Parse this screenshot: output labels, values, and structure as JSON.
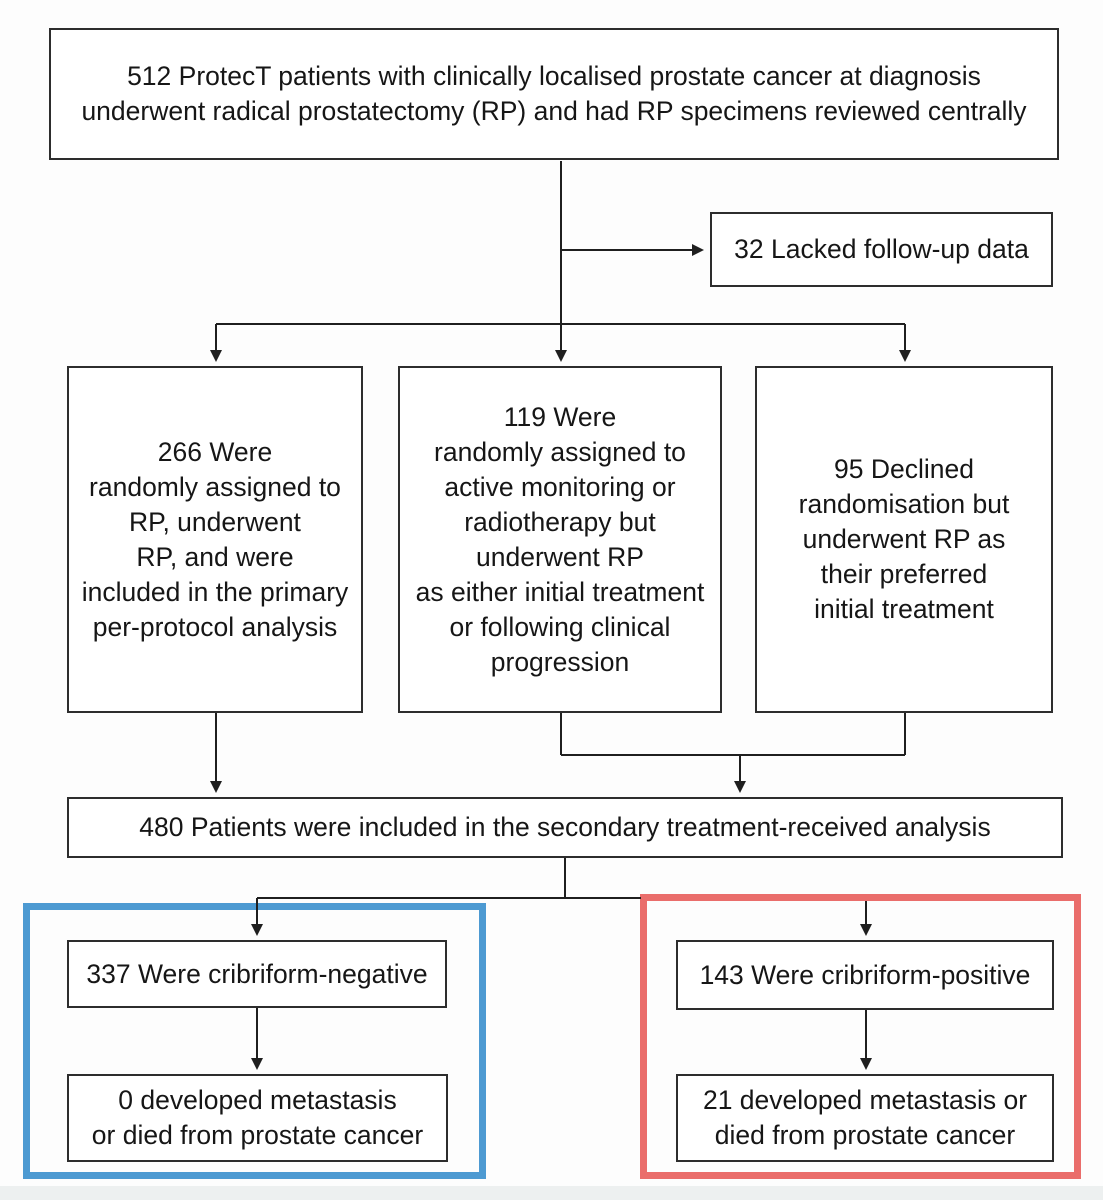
{
  "figure": {
    "type": "consort-flow-diagram",
    "enrollment_box": {
      "text": "512 ProtecT patients with clinically localised prostate cancer at diagnosis\nunderwent radical prostatectomy (RP) and had RP specimens reviewed centrally"
    },
    "excluded_box": {
      "text": "32 Lacked follow-up data"
    },
    "arm_boxes": [
      {
        "text": "266 Were\nrandomly assigned to\nRP, underwent\nRP, and were\nincluded in the primary\nper-protocol analysis"
      },
      {
        "text": "119 Were\nrandomly assigned to\nactive monitoring or\nradiotherapy but\nunderwent RP\nas either initial treatment\nor following clinical\nprogression"
      },
      {
        "text": "95 Declined\nrandomisation but\nunderwent RP as\ntheir preferred\ninitial treatment"
      }
    ],
    "secondary_analysis_box": {
      "text": "480 Patients were included in the secondary treatment-received analysis"
    },
    "cribriform_negative_group": {
      "count_box": {
        "text": "337 Were cribriform-negative"
      },
      "outcome_box": {
        "text": "0 developed metastasis\nor died from prostate cancer"
      }
    },
    "cribriform_positive_group": {
      "count_box": {
        "text": "143 Were cribriform-positive"
      },
      "outcome_box": {
        "text": "21 developed metastasis or\ndied from prostate cancer"
      }
    }
  },
  "colors": {
    "connector": "#1f1f1f",
    "box_border": "#2d2d2d",
    "text": "#161616",
    "cribriform_negative_border": "#4d9ad2",
    "cribriform_positive_border": "#ea6d6b",
    "background": "#fdfdfd",
    "footer_strip": "#edf0f0"
  }
}
